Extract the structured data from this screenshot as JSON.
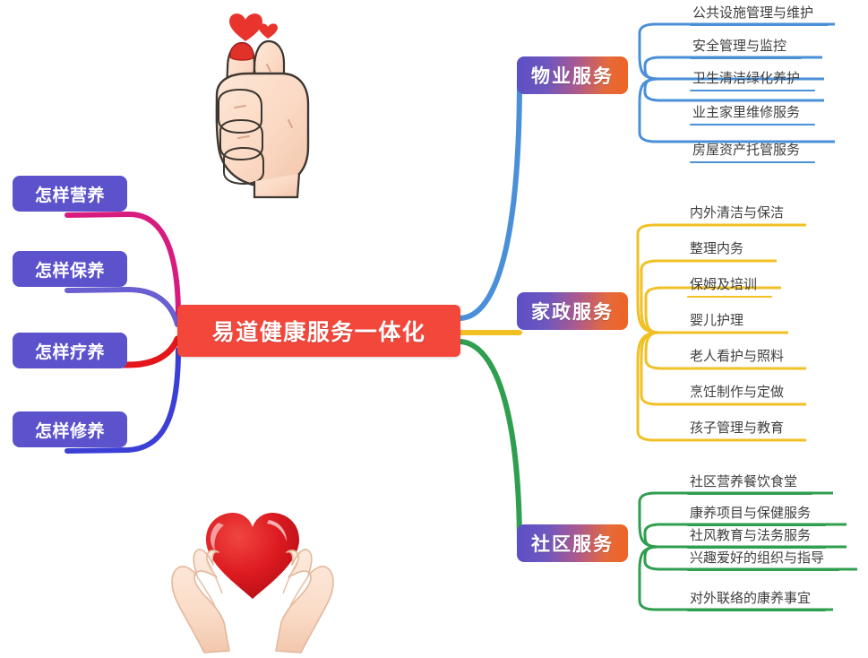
{
  "center": {
    "label": "易道健康服务一体化",
    "color": "#f4473b"
  },
  "left_branches": [
    {
      "label": "怎样营养",
      "color": "#d81b7e",
      "node_color": "#5b52cc"
    },
    {
      "label": "怎样保养",
      "color": "#6a5fd0",
      "node_color": "#5b52cc"
    },
    {
      "label": "怎样疗养",
      "color": "#e4161b",
      "node_color": "#5b52cc"
    },
    {
      "label": "怎样修养",
      "color": "#3b3fd6",
      "node_color": "#5b52cc"
    }
  ],
  "right_branches": [
    {
      "label": "物业服务",
      "color": "#4a90d9",
      "items": [
        "公共设施管理与维护",
        "安全管理与监控",
        "卫生清洁绿化养护",
        "业主家里维修服务",
        "房屋资产托管服务"
      ]
    },
    {
      "label": "家政服务",
      "color": "#f0c024",
      "items": [
        "内外清洁与保洁",
        "整理内务",
        "保姆及培训",
        "婴儿护理",
        "老人看护与照料",
        "烹饪制作与定做",
        "孩子管理与教育"
      ]
    },
    {
      "label": "社区服务",
      "color": "#2e9e4f",
      "items": [
        "社区营养餐饮食堂",
        "康养项目与保健服务",
        "社风教育与法务服务",
        "兴趣爱好的组织与指导",
        "对外联络的康养事宜"
      ]
    }
  ],
  "illustrations": [
    {
      "name": "finger-heart-hand",
      "description": "手指比心插画"
    },
    {
      "name": "hands-holding-heart",
      "description": "双手捧心插画"
    }
  ],
  "palette": {
    "background": "#ffffff",
    "center": "#f4473b",
    "node_purple": "#5b52cc",
    "gradient_start": "#5b4fc6",
    "gradient_end": "#ef6322",
    "leaf_text": "#3f3f3f"
  }
}
